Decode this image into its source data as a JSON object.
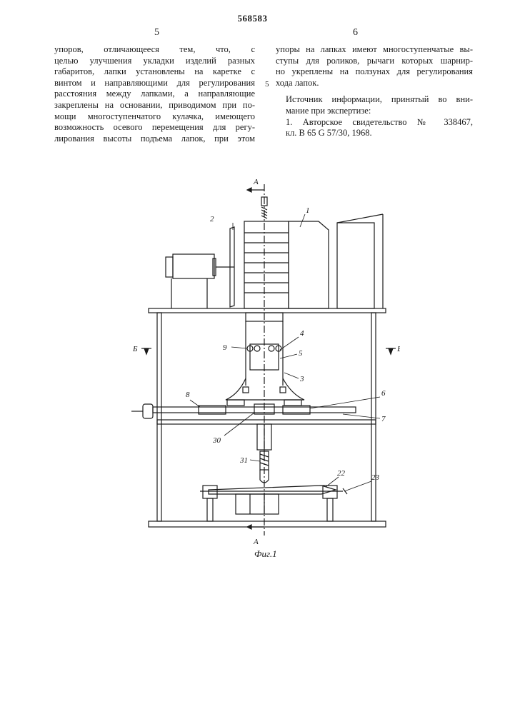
{
  "header": {
    "patent_number": "568583",
    "left_column_number": "5",
    "right_column_number": "6",
    "line_marker": "5"
  },
  "left_column": {
    "lines": [
      "упоров, отличающееся тем, что, с",
      "целью улучшения укладки изделий разных",
      "габаритов, лапки установлены на каретке с",
      "винтом и направляющими для регулирования",
      "расстояния между лапками, а направляющие",
      "закреплены на основании, приводимом при по-",
      "мощи многоступенчатого кулачка, имеющего",
      "возможность осевого перемещения для регу-",
      "лирования высоты подъема лапок, при этом"
    ]
  },
  "right_column": {
    "lines": [
      "упоры на лапках имеют многоступенчатые вы-",
      "ступы для роликов, рычаги которых шарнир-",
      "но укреплены на ползунах для регулирования",
      "хода лапок."
    ],
    "sources_heading_lines": [
      "Источник информации, принятый во вни-",
      "мание при экспертизе:"
    ],
    "reference_lines": [
      "1. Авторское свидетельство № 338467,",
      "кл. В 65 G 57/30, 1968."
    ]
  },
  "figure": {
    "caption": "Фиг.1",
    "section_labels": {
      "a_top": "А",
      "a_bottom": "А",
      "b_left": "Б",
      "b_right": "Б"
    },
    "callouts": [
      "1",
      "2",
      "3",
      "4",
      "5",
      "6",
      "7",
      "8",
      "9",
      "22",
      "23",
      "30",
      "31"
    ]
  }
}
